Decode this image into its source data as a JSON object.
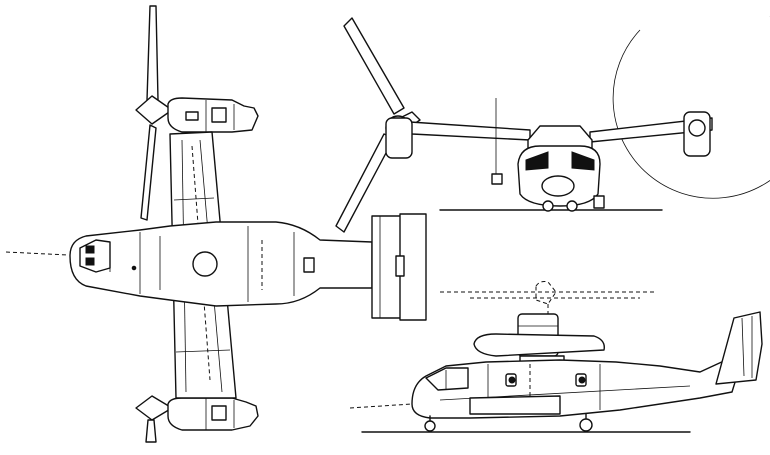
{
  "drawing": {
    "views": [
      "top-view",
      "front-view",
      "side-view"
    ],
    "line_color": "#111111",
    "background": "#ffffff"
  }
}
